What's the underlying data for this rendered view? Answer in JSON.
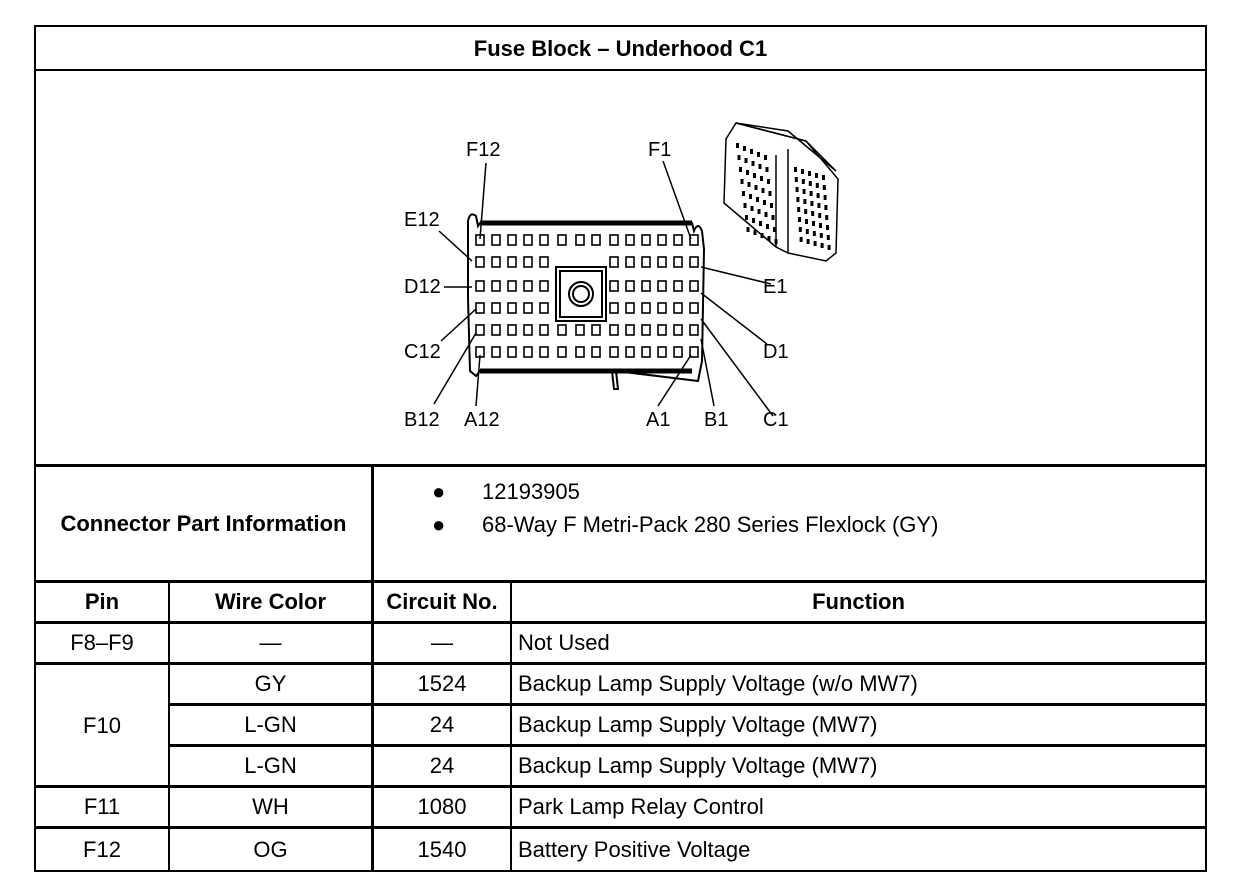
{
  "title": "Fuse Block – Underhood C1",
  "diagram": {
    "pin_labels": {
      "f12": "F12",
      "f1": "F1",
      "e12": "E12",
      "e1": "E1",
      "d12": "D12",
      "d1": "D1",
      "c12": "C12",
      "c1": "C1",
      "b12": "B12",
      "a12": "A12",
      "a1": "A1",
      "b1": "B1"
    }
  },
  "part_info": {
    "label": "Connector Part Information",
    "items": [
      "12193905",
      "68-Way F Metri-Pack 280 Series Flexlock (GY)"
    ]
  },
  "table": {
    "headers": {
      "pin": "Pin",
      "wire_color": "Wire Color",
      "circuit": "Circuit No.",
      "function": "Function"
    },
    "rows": [
      {
        "pin": "F8–F9",
        "wire_color": "—",
        "circuit": "—",
        "function": "Not Used"
      },
      {
        "pin": "F10",
        "wire_color": "GY",
        "circuit": "1524",
        "function": "Backup Lamp Supply Voltage (w/o MW7)"
      },
      {
        "pin": "",
        "wire_color": "L-GN",
        "circuit": "24",
        "function": "Backup Lamp Supply Voltage (MW7)"
      },
      {
        "pin": "",
        "wire_color": "L-GN",
        "circuit": "24",
        "function": "Backup Lamp Supply Voltage (MW7)"
      },
      {
        "pin": "F11",
        "wire_color": "WH",
        "circuit": "1080",
        "function": "Park Lamp Relay Control"
      },
      {
        "pin": "F12",
        "wire_color": "OG",
        "circuit": "1540",
        "function": "Battery Positive Voltage"
      }
    ]
  }
}
